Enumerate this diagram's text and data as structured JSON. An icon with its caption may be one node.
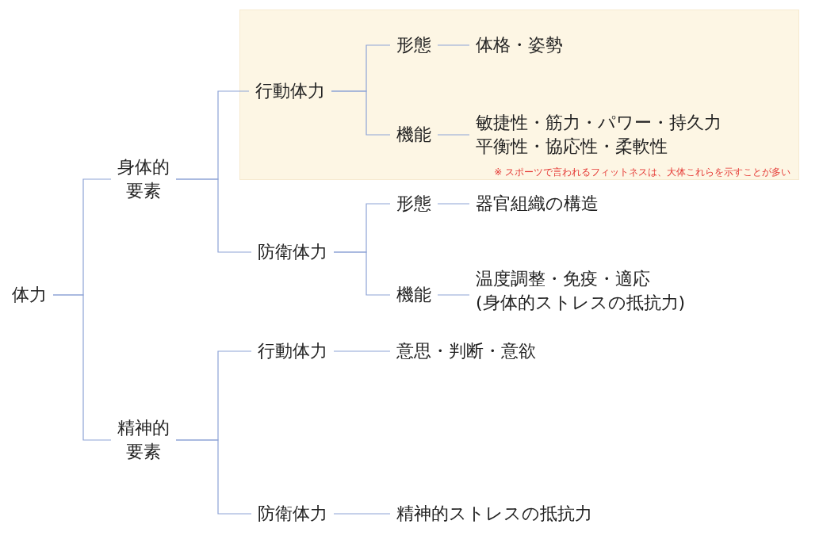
{
  "diagram": {
    "nodes": [
      {
        "text": [
          "体力"
        ]
      },
      {
        "text": [
          "身体的要素"
        ]
      },
      {
        "text": [
          "※ スポーツで言われるフィットネスは、大体これらを示すことが多い"
        ]
      },
      {
        "text": [
          "行動体力"
        ],
        "in": 2
      },
      {
        "text": [
          "形態"
        ],
        "in": 2
      },
      {
        "text": [
          "体格・姿勢"
        ],
        "in": 2
      },
      {
        "text": [
          "機能"
        ],
        "in": 2
      },
      {
        "text": [
          "敏捷性・筋力・パワー・持久力平衡性・協応性・柔軟性"
        ],
        "in": 2
      },
      {
        "text": [
          "防衛体力"
        ]
      },
      {
        "text": [
          "形態"
        ]
      },
      {
        "text": [
          "器官組織の構造"
        ]
      },
      {
        "text": [
          "機能"
        ]
      },
      {
        "text": [
          "温度調整・免疫・適応(身体的ストレスの抵抗力)"
        ]
      },
      {
        "text": [
          "精神的要素"
        ]
      },
      {
        "text": [
          "行動体力"
        ]
      },
      {
        "text": [
          "意思・判断・意欲"
        ]
      },
      {
        "text": [
          "防衛体力"
        ]
      },
      {
        "text": [
          "精神的ストレスの抵抗力"
        ]
      }
    ],
    "edges": [
      {
        "from": 0,
        "to": 1,
        "arrow": "none"
      },
      {
        "from": 0,
        "to": 13,
        "arrow": "none"
      },
      {
        "from": 1,
        "to": 3,
        "arrow": "none"
      },
      {
        "from": 1,
        "to": 8,
        "arrow": "none"
      },
      {
        "from": 3,
        "to": 4,
        "arrow": "none"
      },
      {
        "from": 3,
        "to": 6,
        "arrow": "none"
      },
      {
        "from": 4,
        "to": 5,
        "arrow": "none"
      },
      {
        "from": 6,
        "to": 7,
        "arrow": "none"
      },
      {
        "from": 8,
        "to": 9,
        "arrow": "none"
      },
      {
        "from": 8,
        "to": 11,
        "arrow": "none"
      },
      {
        "from": 9,
        "to": 10,
        "arrow": "none"
      },
      {
        "from": 11,
        "to": 12,
        "arrow": "none"
      },
      {
        "from": 13,
        "to": 14,
        "arrow": "none"
      },
      {
        "from": 13,
        "to": 16,
        "arrow": "none"
      },
      {
        "from": 14,
        "to": 15,
        "arrow": "none"
      },
      {
        "from": 16,
        "to": 17,
        "arrow": "none"
      }
    ]
  }
}
